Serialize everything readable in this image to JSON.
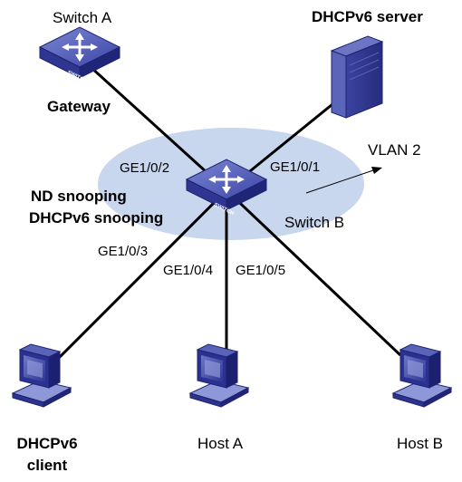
{
  "nodes": {
    "switch_a": {
      "name": "Switch A",
      "role": "Gateway",
      "icon": "switch-icon",
      "icon_text": "SWITCH"
    },
    "dhcp_server": {
      "name": "DHCPv6 server",
      "icon": "server-icon"
    },
    "switch_b": {
      "name": "Switch B",
      "features_line1": "ND snooping",
      "features_line2": "DHCPv6 snooping",
      "icon": "switch-icon",
      "icon_text": "SWITCH"
    },
    "dhcp_client": {
      "name_line1": "DHCPv6",
      "name_line2": "client",
      "icon": "computer-icon"
    },
    "host_a": {
      "name": "Host A",
      "icon": "computer-icon"
    },
    "host_b": {
      "name": "Host B",
      "icon": "computer-icon"
    }
  },
  "vlan": {
    "label": "VLAN 2",
    "color": "#c8d7ee"
  },
  "ports": {
    "to_switch_a": "GE1/0/2",
    "to_server": "GE1/0/1",
    "to_client": "GE1/0/3",
    "to_host_a": "GE1/0/4",
    "to_host_b": "GE1/0/5"
  },
  "colors": {
    "device_blue": "#3a45a8",
    "device_dark": "#23297a",
    "device_light": "#6e78c8",
    "link": "#000000"
  }
}
